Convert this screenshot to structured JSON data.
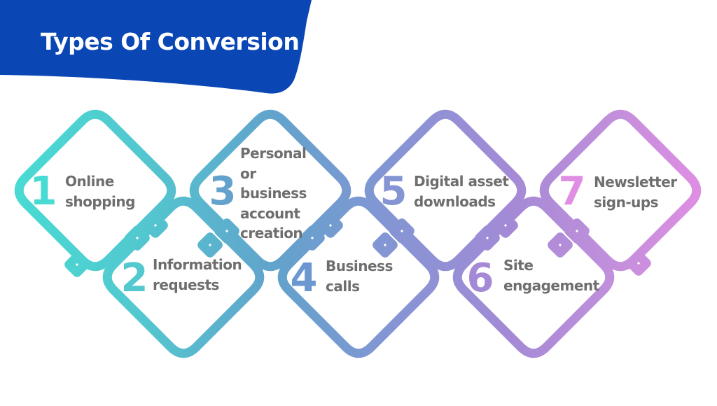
{
  "title": "Types Of Conversion",
  "colors": {
    "header_bg": "#0a47b5",
    "title_text": "#ffffff",
    "label_text": "#6e6e6e",
    "gradient": [
      "#48dbd3",
      "#52c8cf",
      "#62a2cc",
      "#8595d4",
      "#a48ad6",
      "#c08fdb",
      "#e08ee3"
    ]
  },
  "items": [
    {
      "number": "1",
      "lines": [
        "Online",
        "shopping"
      ],
      "color": "#48dbd3"
    },
    {
      "number": "2",
      "lines": [
        "Information",
        "requests"
      ],
      "color": "#52c8cf"
    },
    {
      "number": "3",
      "lines": [
        "Personal",
        "or",
        "business",
        "account",
        "creation"
      ],
      "color": "#62a2cc"
    },
    {
      "number": "4",
      "lines": [
        "Business",
        "calls"
      ],
      "color": "#6b98d1"
    },
    {
      "number": "5",
      "lines": [
        "Digital asset",
        "downloads"
      ],
      "color": "#8595d4"
    },
    {
      "number": "6",
      "lines": [
        "Site",
        "engagement"
      ],
      "color": "#a48ad6"
    },
    {
      "number": "7",
      "lines": [
        "Newsletter",
        "sign-ups"
      ],
      "color": "#e08ee3"
    }
  ]
}
